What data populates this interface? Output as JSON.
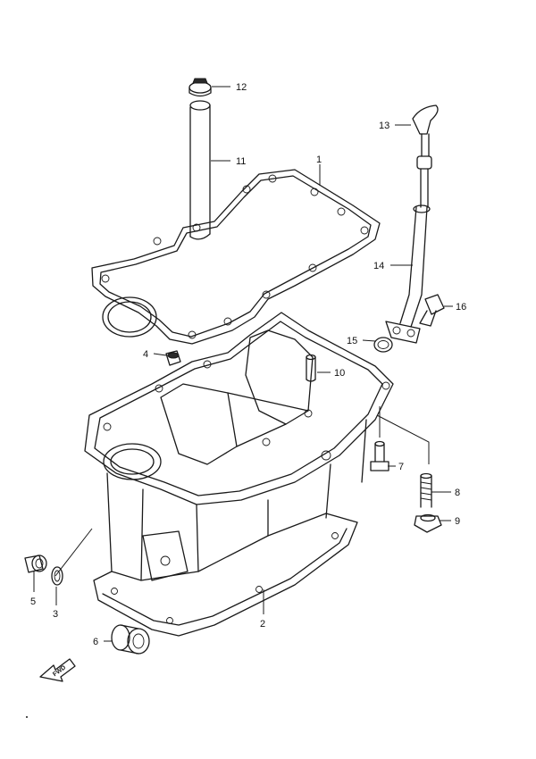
{
  "callouts": {
    "c1": "1",
    "c2": "2",
    "c3": "3",
    "c4": "4",
    "c5": "5",
    "c6": "6",
    "c7": "7",
    "c8": "8",
    "c9": "9",
    "c10": "10",
    "c11": "11",
    "c12": "12",
    "c13": "13",
    "c14": "14",
    "c15": "15",
    "c16": "16"
  },
  "fwd_label": "FWD",
  "colors": {
    "line": "#1a1a1a",
    "background": "#ffffff"
  },
  "icons": {
    "fwd": "fwd-arrow-icon"
  }
}
